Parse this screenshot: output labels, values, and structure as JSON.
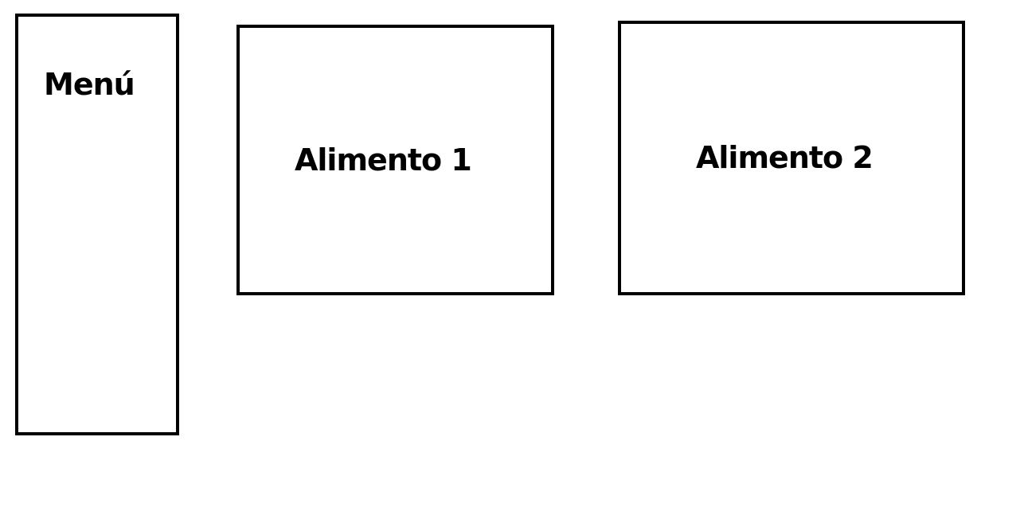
{
  "menu": {
    "label": "Menú"
  },
  "food_items": [
    {
      "label": "Alimento 1"
    },
    {
      "label": "Alimento 2"
    }
  ],
  "colors": {
    "border": "#000000",
    "background": "#ffffff",
    "text": "#000000"
  }
}
